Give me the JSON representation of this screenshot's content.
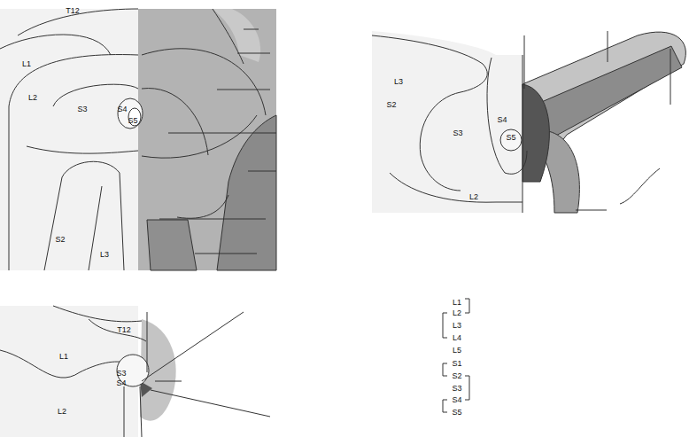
{
  "diagram": {
    "labels": [
      "T12",
      "L1",
      "L2",
      "S3",
      "S4",
      "S5",
      "S2",
      "L3",
      "L3",
      "S2",
      "S4",
      "S3",
      "S5",
      "L2",
      "T12",
      "L1",
      "S3",
      "S4",
      "L2",
      "L1",
      "L2",
      "L3",
      "L4",
      "L5",
      "S1",
      "S2",
      "S3",
      "S4",
      "S5"
    ]
  }
}
